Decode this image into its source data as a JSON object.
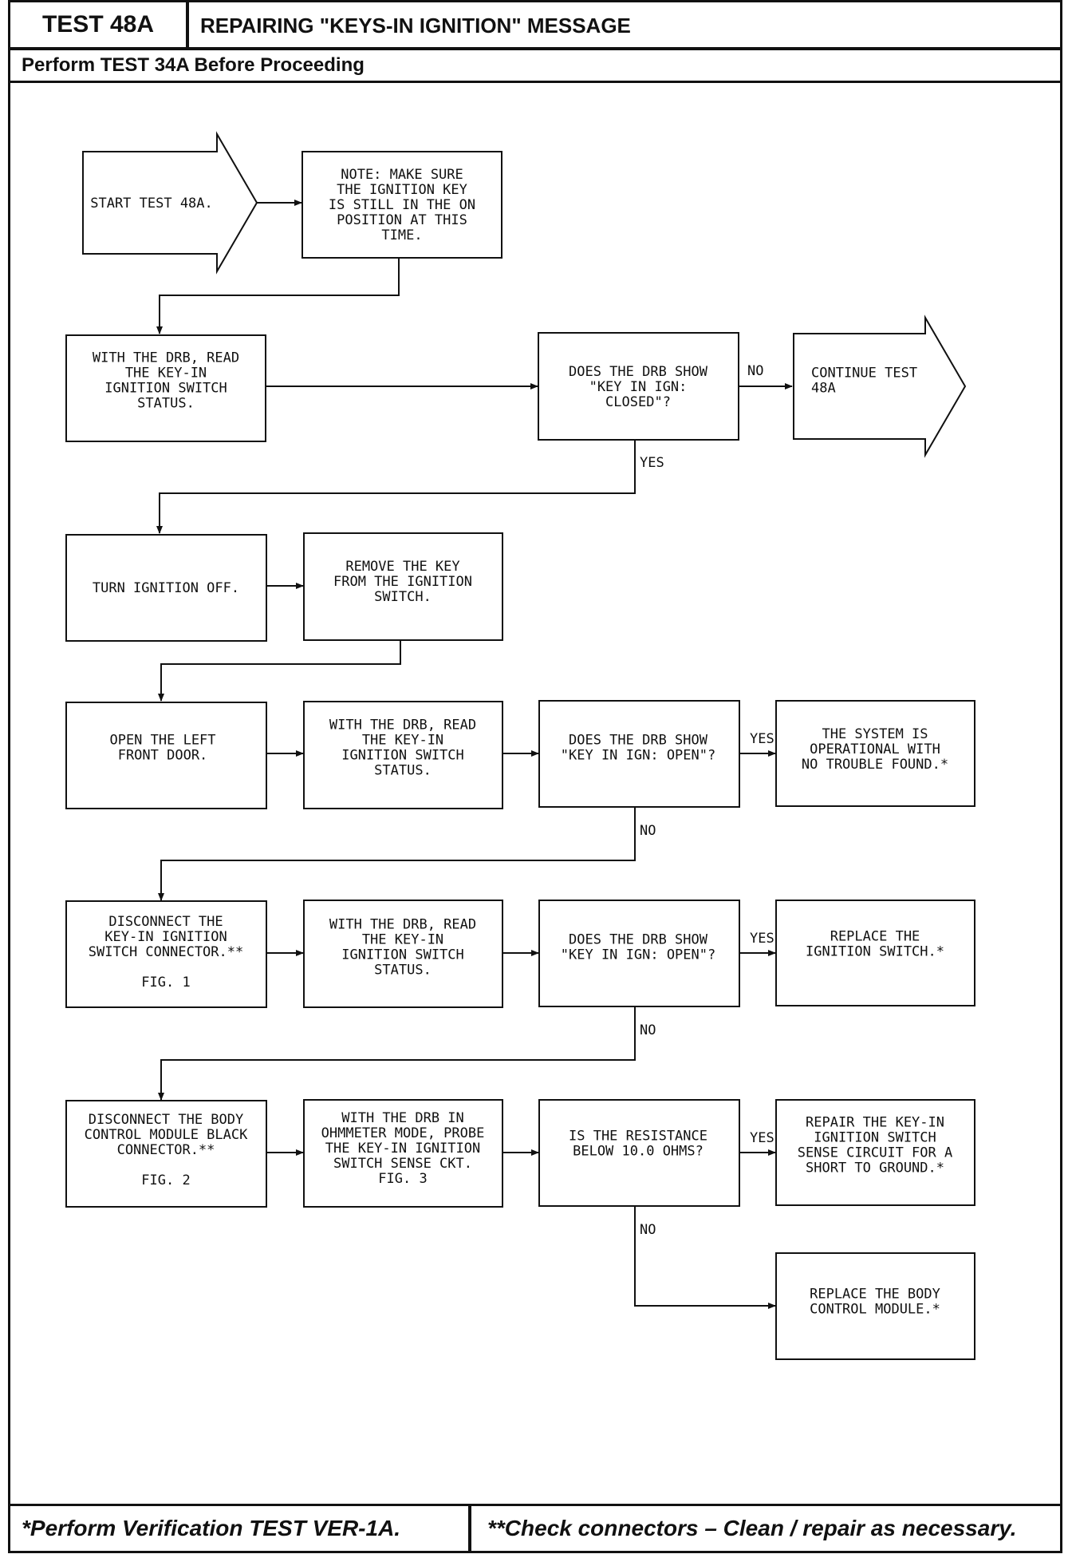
{
  "header": {
    "test_id": "TEST 48A",
    "title": "REPAIRING \"KEYS-IN IGNITION\" MESSAGE",
    "subtitle": "Perform TEST 34A Before Proceeding"
  },
  "footer": {
    "left": "*Perform Verification TEST VER-1A.",
    "right": "**Check connectors – Clean / repair as necessary."
  },
  "nodes": {
    "start": [
      "START TEST 48A."
    ],
    "note": [
      "NOTE: MAKE SURE",
      "THE IGNITION KEY",
      "IS STILL IN THE ON",
      "POSITION AT THIS",
      "TIME."
    ],
    "read1": [
      "WITH THE DRB, READ",
      "THE KEY-IN",
      "IGNITION SWITCH",
      "STATUS."
    ],
    "q1": [
      "DOES THE DRB SHOW",
      "\"KEY IN IGN:",
      "CLOSED\"?"
    ],
    "continue": [
      "CONTINUE TEST",
      "48A"
    ],
    "turnoff": [
      "TURN IGNITION OFF."
    ],
    "remove": [
      "REMOVE THE KEY",
      "FROM THE IGNITION",
      "SWITCH."
    ],
    "opendoor": [
      "OPEN THE LEFT",
      "FRONT DOOR."
    ],
    "read2": [
      "WITH THE DRB, READ",
      "THE KEY-IN",
      "IGNITION SWITCH",
      "STATUS."
    ],
    "q2": [
      "DOES THE DRB SHOW",
      "\"KEY IN IGN: OPEN\"?"
    ],
    "ok": [
      "THE SYSTEM IS",
      "OPERATIONAL WITH",
      "NO TROUBLE FOUND.*"
    ],
    "disc1": [
      "DISCONNECT THE",
      "KEY-IN IGNITION",
      "SWITCH CONNECTOR.**",
      "",
      "FIG. 1"
    ],
    "read3": [
      "WITH THE DRB, READ",
      "THE KEY-IN",
      "IGNITION SWITCH",
      "STATUS."
    ],
    "q3": [
      "DOES THE DRB SHOW",
      "\"KEY IN IGN: OPEN\"?"
    ],
    "replsw": [
      "REPLACE THE",
      "IGNITION SWITCH.*"
    ],
    "disc2": [
      "DISCONNECT THE BODY",
      "CONTROL MODULE BLACK",
      "CONNECTOR.**",
      "",
      "FIG. 2"
    ],
    "ohm": [
      "WITH THE DRB IN",
      "OHMMETER MODE, PROBE",
      "THE KEY-IN IGNITION",
      "SWITCH SENSE CKT.",
      "FIG. 3"
    ],
    "q4": [
      "IS THE RESISTANCE",
      "BELOW 10.0 OHMS?"
    ],
    "repair": [
      "REPAIR THE KEY-IN",
      "IGNITION SWITCH",
      "SENSE CIRCUIT FOR A",
      "SHORT TO GROUND.*"
    ],
    "replbcm": [
      "REPLACE THE BODY",
      "CONTROL MODULE.*"
    ]
  },
  "labels": {
    "no": "NO",
    "yes": "YES"
  }
}
